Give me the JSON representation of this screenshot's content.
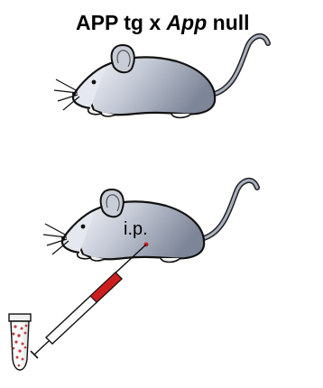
{
  "title": {
    "prefix": "APP tg x ",
    "italic": "App",
    "suffix": " null"
  },
  "injection_label": "i.p.",
  "icons": {
    "mouse_top": "mouse-icon",
    "mouse_bottom": "mouse-icon",
    "syringe": "syringe-icon",
    "tube": "tube-icon"
  },
  "colors": {
    "mouse_body_dark": "#8c95a6",
    "mouse_body_light": "#f3f4f8",
    "outline": "#111111",
    "blood": "#cc1e1e",
    "tube_dots": "#c23b3b"
  }
}
